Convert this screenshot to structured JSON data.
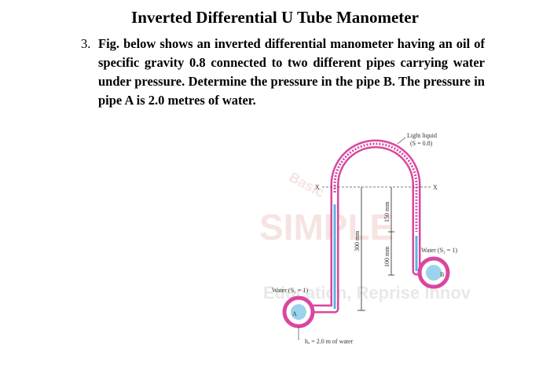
{
  "title": "Inverted Differential U Tube Manometer",
  "problem": {
    "number": "3.",
    "text": "Fig. below shows an inverted differential manometer having an oil of specific gravity 0.8 connected to two different pipes carrying water under pressure. Determine the pressure in the pipe B. The pressure in pipe A is 2.0 metres of water."
  },
  "figure": {
    "light_liquid_label": "Light liquid",
    "light_liquid_sg": "(S = 0.8)",
    "x_left": "X",
    "x_right": "X",
    "dim_150": "150 mm",
    "dim_100": "100 mm",
    "dim_300": "300 mm",
    "water_left": "Water (S₁ = 1)",
    "water_right": "Water (S₂ = 1)",
    "pipe_a": "A",
    "pipe_b": "B",
    "head_a": "hₐ = 2.0 m of water",
    "watermark_top": "Basic",
    "watermark_mid": "SIMPLE",
    "watermark_bottom": "Education, Reprise Innov"
  },
  "colors": {
    "tube": "#d9479f",
    "water": "#58b6e0",
    "dimension": "#222222"
  }
}
